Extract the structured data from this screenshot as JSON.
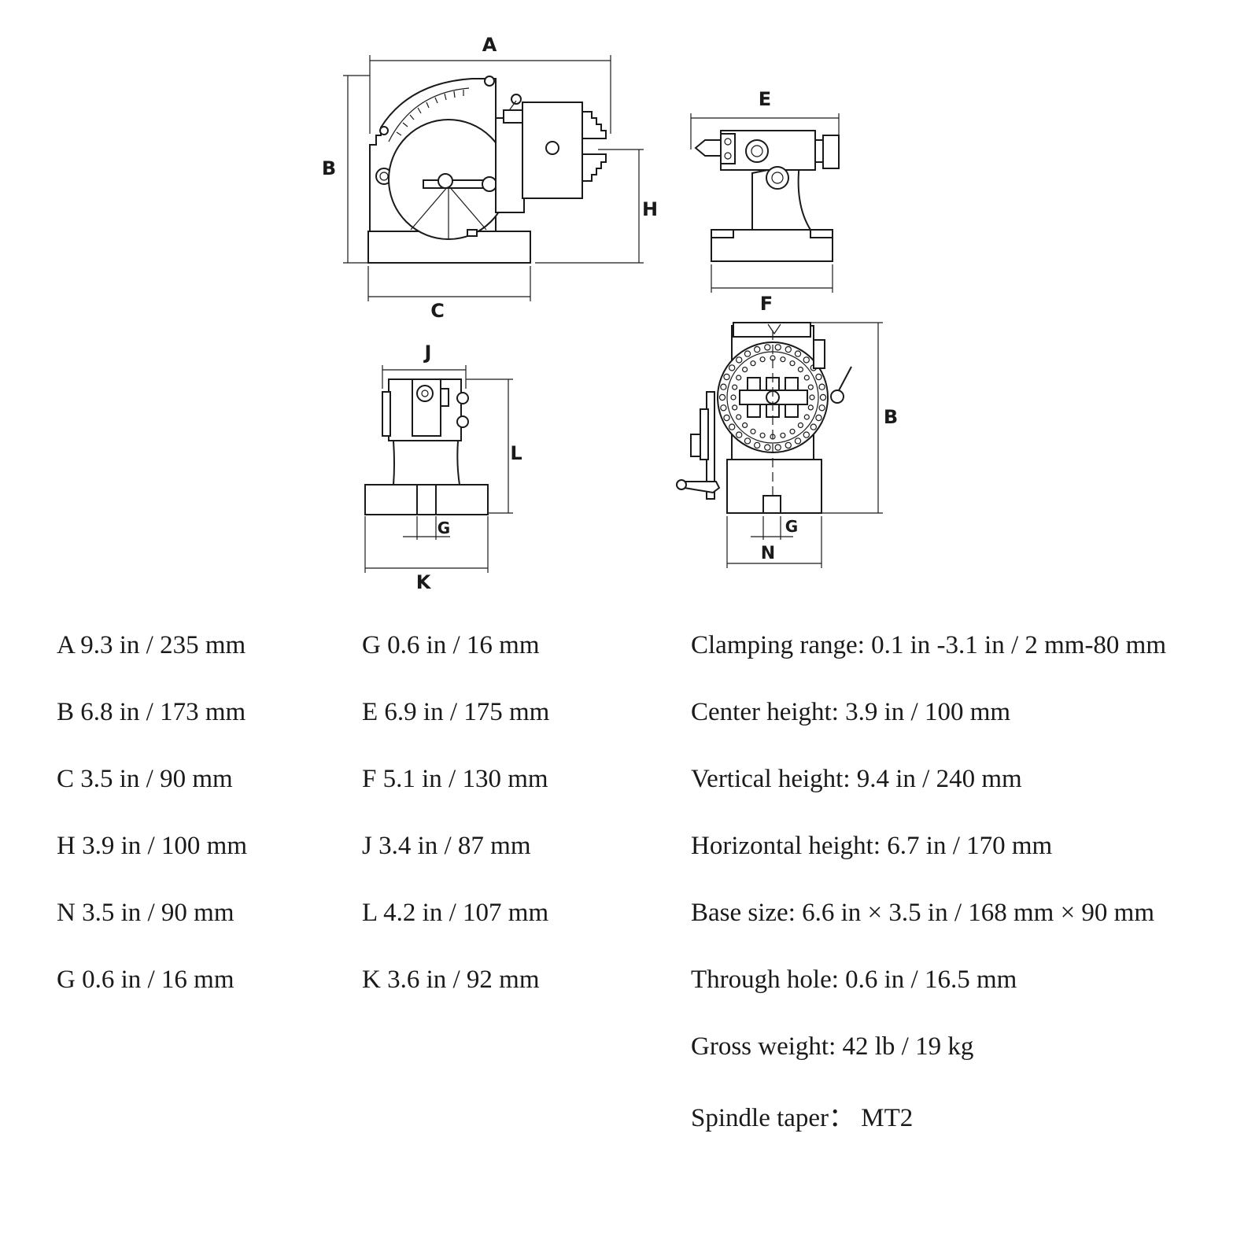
{
  "labels": {
    "A": "A",
    "B": "B",
    "C": "C",
    "H": "H",
    "E": "E",
    "F": "F",
    "J": "J",
    "L": "L",
    "G": "G",
    "K": "K",
    "B2": "B",
    "G2": "G",
    "N": "N"
  },
  "specs": {
    "col1": [
      "A 9.3 in / 235 mm",
      "B 6.8 in / 173 mm",
      "C 3.5 in / 90 mm",
      "H 3.9 in / 100 mm",
      "N 3.5 in / 90 mm",
      "G 0.6 in / 16 mm"
    ],
    "col2": [
      "G 0.6 in / 16 mm",
      "E 6.9 in / 175 mm",
      "F 5.1 in / 130 mm",
      "J 3.4 in / 87 mm",
      "L 4.2 in / 107 mm",
      "K 3.6 in / 92 mm"
    ],
    "col3": [
      "Clamping range: 0.1 in -3.1 in / 2 mm-80 mm",
      "Center height: 3.9 in / 100 mm",
      "Vertical height: 9.4 in / 240 mm",
      "Horizontal height: 6.7 in / 170 mm",
      "Base size: 6.6 in × 3.5 in / 168 mm × 90 mm",
      "Through hole: 0.6 in / 16.5 mm",
      "Gross weight: 42 lb / 19 kg",
      "Spindle taper：  MT2"
    ]
  }
}
